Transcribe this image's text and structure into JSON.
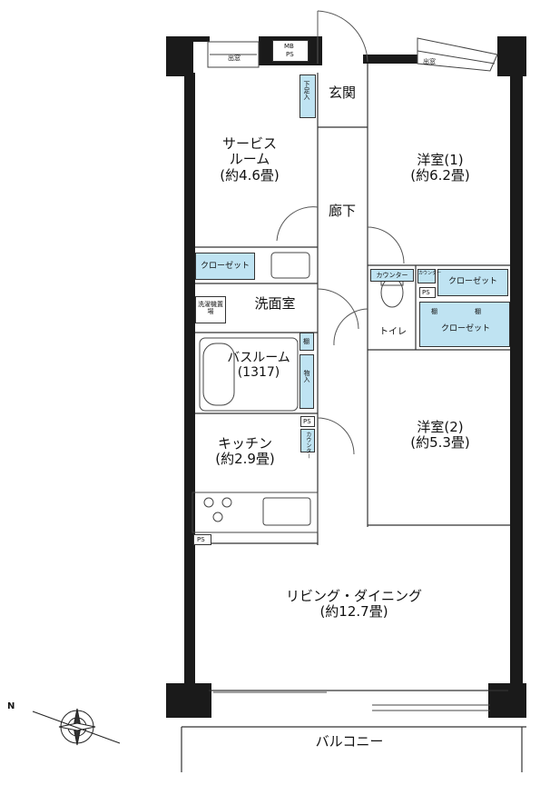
{
  "rooms": {
    "service_room": {
      "line1": "サービス",
      "line2": "ルーム",
      "area": "(約4.6畳)"
    },
    "genkan": "玄関",
    "rouka": "廊下",
    "yoshitsu1": {
      "name": "洋室(1)",
      "area": "(約6.2畳)"
    },
    "yoshitsu2": {
      "name": "洋室(2)",
      "area": "(約5.3畳)"
    },
    "senmenshitsu": "洗面室",
    "toilet": "トイレ",
    "bathroom": {
      "name": "バスルーム",
      "size": "(1317)"
    },
    "kitchen": {
      "name": "キッチン",
      "area": "(約2.9畳)"
    },
    "living": {
      "name": "リビング・ダイニング",
      "area": "(約12.7畳)"
    },
    "balcony": "バルコニー"
  },
  "labels": {
    "demado_left": "出窓",
    "demado_right": "出窓",
    "mb_ps_1": "MB",
    "mb_ps_2": "PS",
    "shoe_box": "下足入",
    "closet_left": "クローゼット",
    "closet_upper_right": "クローゼット",
    "closet_lower_right": "クローゼット",
    "counter_toilet": "カウンター",
    "counter_small": "カウンター",
    "ps_toilet": "PS",
    "shelf_1": "棚",
    "shelf_2": "棚",
    "shelf_bath": "棚",
    "storage_bath": "物入",
    "washer_area": "洗濯機置場",
    "ps_kitchen": "PS",
    "counter_kitchen": "カウンター",
    "ps_living": "PS",
    "north_mark": "N"
  }
}
